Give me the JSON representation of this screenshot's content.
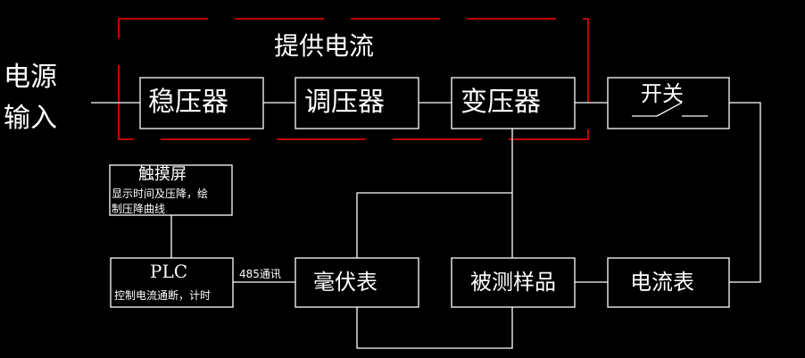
{
  "colors": {
    "background": "#000000",
    "line": "#ffffff",
    "group_border": "#ff0000"
  },
  "group": {
    "title": "提供电流"
  },
  "input": {
    "line1": "电源",
    "line2": "输入"
  },
  "blocks": {
    "stabilizer": "稳压器",
    "regulator": "调压器",
    "transformer": "变压器",
    "switch": "开关",
    "touchscreen_title": "触摸屏",
    "touchscreen_desc_1": "显示时间及压降，绘",
    "touchscreen_desc_2": "制压降曲线",
    "plc_title": "PLC",
    "plc_desc": "控制电流通断，计时",
    "comm_label": "485通讯",
    "millivoltmeter": "毫伏表",
    "sample": "被测样品",
    "ammeter": "电流表"
  }
}
